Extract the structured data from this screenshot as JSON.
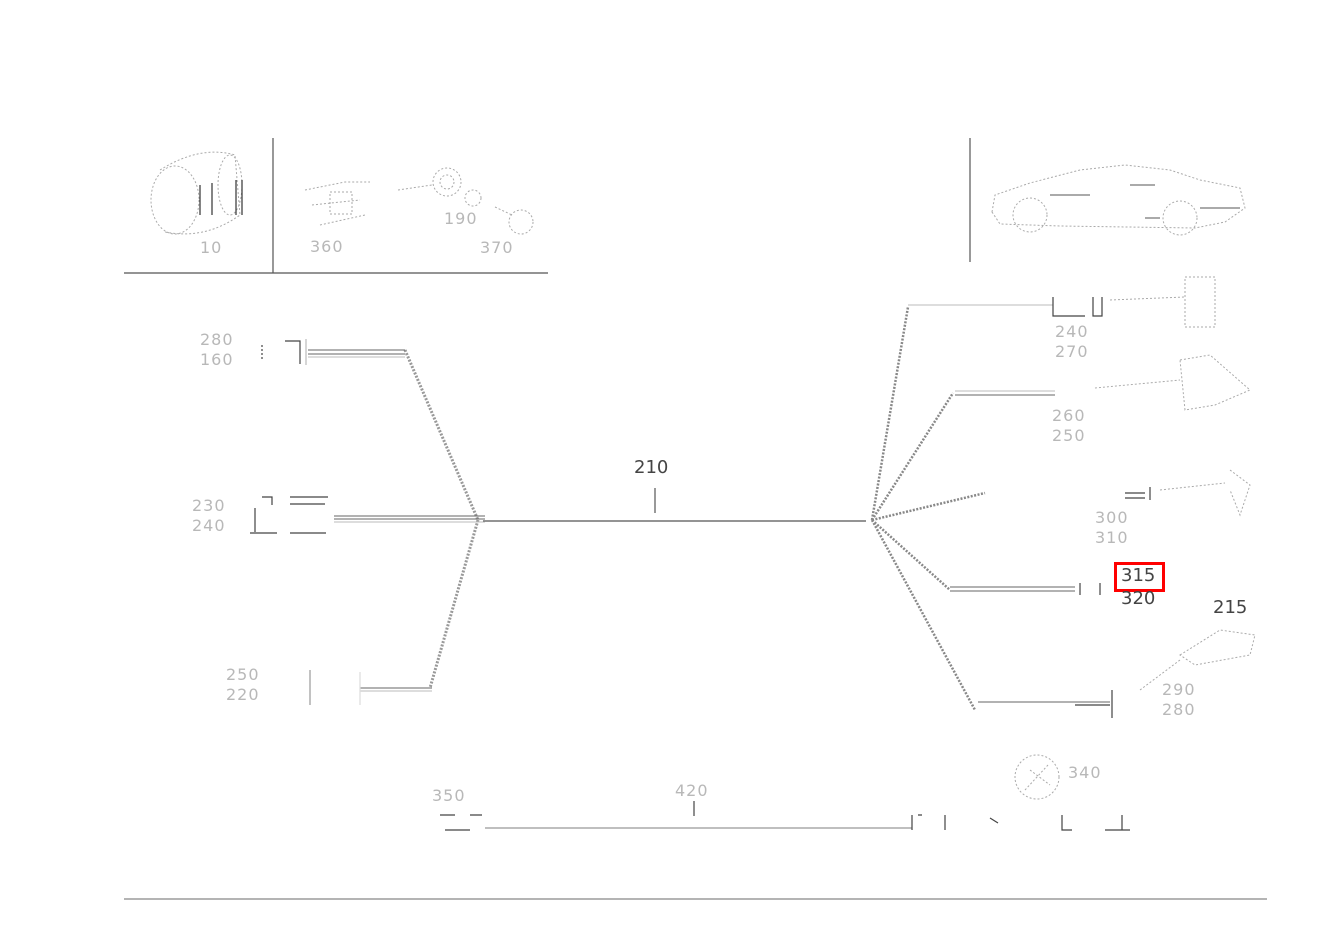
{
  "diagram": {
    "type": "wiring-harness-parts-diagram",
    "colors": {
      "line": "#9a9a9a",
      "line_dark": "#333333",
      "label_faint": "#b8b8b8",
      "label_dark": "#444444",
      "highlight": "#ff0000",
      "background": "#ffffff"
    },
    "inset_panels": [
      {
        "id": "inset-1",
        "labels": [
          "10"
        ]
      },
      {
        "id": "inset-2",
        "labels": [
          "360",
          "190",
          "370"
        ]
      },
      {
        "id": "inset-vehicle",
        "labels": []
      }
    ],
    "main_cable": {
      "label": "210"
    },
    "left_connectors": [
      {
        "id": "left-top",
        "labels": [
          "280",
          "160"
        ]
      },
      {
        "id": "left-middle",
        "labels": [
          "230",
          "240"
        ]
      },
      {
        "id": "left-bottom",
        "labels": [
          "250",
          "220"
        ]
      }
    ],
    "right_connectors": [
      {
        "id": "right-1",
        "labels": [
          "240",
          "270"
        ]
      },
      {
        "id": "right-2",
        "labels": [
          "260",
          "250"
        ]
      },
      {
        "id": "right-3",
        "labels": [
          "300",
          "310"
        ]
      },
      {
        "id": "right-4",
        "labels": [
          "315",
          "320"
        ],
        "highlighted": "315"
      },
      {
        "id": "right-5",
        "labels": [
          "290",
          "280"
        ]
      },
      {
        "id": "right-part-215",
        "labels": [
          "215"
        ]
      }
    ],
    "bottom_cable": {
      "cable_label": "420",
      "left_label": "350",
      "right_part_label": "340"
    },
    "highlighted_callout": "315"
  }
}
